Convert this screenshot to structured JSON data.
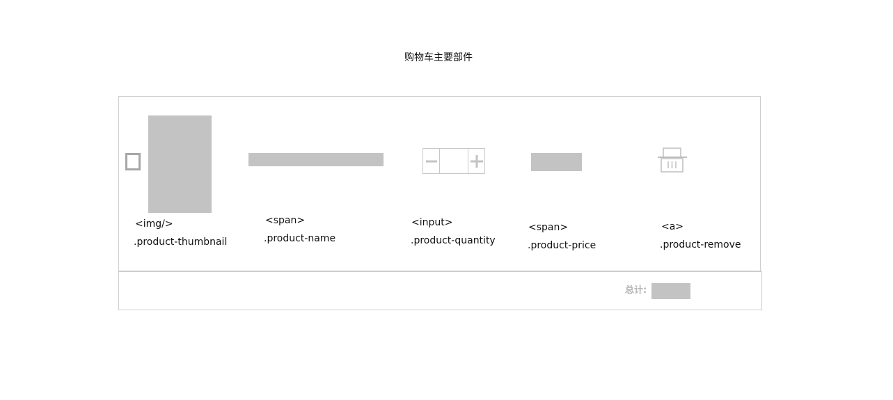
{
  "title": "购物车主要部件",
  "colors": {
    "placeholder_fill": "#c3c3c3",
    "border": "#cccccc",
    "muted_text": "#b3b3b3"
  },
  "parts": [
    {
      "name": "checkbox",
      "icon": "checkbox-icon"
    },
    {
      "name": "thumbnail",
      "tag": "<img/>",
      "class_name": ".product-thumbnail"
    },
    {
      "name": "name",
      "tag": "<span>",
      "class_name": ".product-name"
    },
    {
      "name": "quantity",
      "tag": "<input>",
      "class_name": ".product-quantity",
      "minus_icon": "minus-icon",
      "plus_icon": "plus-icon",
      "value": ""
    },
    {
      "name": "price",
      "tag": "<span>",
      "class_name": ".product-price"
    },
    {
      "name": "remove",
      "tag": "<a>",
      "class_name": ".product-remove",
      "icon": "trash-icon"
    }
  ],
  "footer": {
    "total_label": "总计:"
  }
}
